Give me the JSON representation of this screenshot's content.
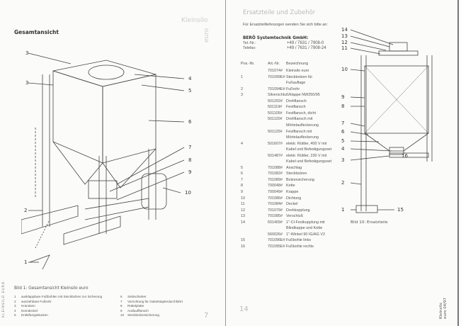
{
  "left_page": {
    "heading": "Gesamtansicht",
    "brand_word": "Kleinsilo",
    "brand_word2": "euro",
    "callouts": [
      "1",
      "2",
      "3",
      "3",
      "4",
      "5",
      "6",
      "7",
      "8",
      "9",
      "10"
    ],
    "caption": "Bild 1: Gesamtansicht Kleinsilo euro",
    "legend": [
      {
        "n": "1",
        "t": "ausklappbare Fußbohlen mit Steckbolzen zur Sicherung"
      },
      {
        "n": "2",
        "t": "ausziehbare Fußrohr"
      },
      {
        "n": "3",
        "t": "Kranösen"
      },
      {
        "n": "4",
        "t": "Domdeckel"
      },
      {
        "n": "5",
        "t": "Entlüftungsstutzen"
      },
      {
        "n": "6",
        "t": "Siebschieber"
      },
      {
        "n": "7",
        "t": "Vorrichtung für Gabelstaplerdurchfahrt"
      },
      {
        "n": "8",
        "t": "Rüttelplatte"
      },
      {
        "n": "9",
        "t": "Auslaufflansch"
      },
      {
        "n": "10",
        "t": "Steckbolzensicherung"
      }
    ],
    "page_number": "7",
    "side_note": "KLEINSILO EURO"
  },
  "right_page": {
    "title": "Ersatzteile und Zubehör",
    "intro": "Für Ersatzteillieferungen wenden Sie sich bitte an:",
    "company": "BERÖ Systemtechnik GmbH:",
    "tel_label": "Tel.-Nr.:",
    "tel": "+49 / 7631 / 7908-0",
    "fax_label": "Telefax:",
    "fax": "+49 / 7631 / 7908-24",
    "columns": [
      "Pos.-Nr.",
      "Art.-Nr.",
      "Bezeichnung"
    ],
    "rows": [
      [
        "",
        "701074#",
        "Kleinsilo euro"
      ],
      [
        "1",
        "701099E#",
        "Steckbolzen für"
      ],
      [
        "",
        "",
        "Fußauflage"
      ],
      [
        "2",
        "701094E#",
        "Fußrohr"
      ],
      [
        "3",
        "Silverschluß/klappe NW250/95",
        ""
      ],
      [
        "",
        "501202#",
        "Drehflansch"
      ],
      [
        "",
        "501119#",
        "Festflansch"
      ],
      [
        "",
        "501105#",
        "Festflansch, dicht"
      ],
      [
        "",
        "501120#",
        "Drehflansch mit"
      ],
      [
        "",
        "",
        "Mörtelaufleckerung"
      ],
      [
        "",
        "501125#",
        "Festflansch mit"
      ],
      [
        "",
        "",
        "Mörtelaufleckerung"
      ],
      [
        "4",
        "501607#",
        "elektr. Rüttler, 400 V mit"
      ],
      [
        "",
        "",
        "Kabel und Befestigungsset"
      ],
      [
        "",
        "501487#",
        "elektr. Rüttler, 230 V mit"
      ],
      [
        "",
        "",
        "Kabel und Befestigungsset"
      ],
      [
        "5",
        "701088#",
        "Anschlag"
      ],
      [
        "6",
        "701082#",
        "Steckbolzen"
      ],
      [
        "7",
        "701089#",
        "Bolzensicherung"
      ],
      [
        "8",
        "700048#",
        "Kette"
      ],
      [
        "9",
        "700049#",
        "Krappe"
      ],
      [
        "10",
        "701086#",
        "Dichtung"
      ],
      [
        "11",
        "701084#",
        "Deckel"
      ],
      [
        "12",
        "701079#",
        "Drehkopplung"
      ],
      [
        "13",
        "701085#",
        "Verschluß"
      ],
      [
        "14",
        "501409#",
        "1\"-Cl-Festkupplung mit"
      ],
      [
        "",
        "",
        "Blindkappe und Kette"
      ],
      [
        "",
        "560026#",
        "1\"-Winkel 90 IG/AG V2"
      ],
      [
        "15",
        "701096E#",
        "Fußbohle links"
      ],
      [
        "16",
        "701095E#",
        "Fußbohle rechts"
      ]
    ],
    "callouts": [
      "14",
      "13",
      "12",
      "11",
      "10",
      "9",
      "8",
      "7",
      "6",
      "5",
      "4",
      "3",
      "16",
      "2",
      "1",
      "15"
    ],
    "caption": "Bild 10: Ersatzteile",
    "page_number": "14",
    "side_note": "Kleinsilo euro 04/97"
  }
}
